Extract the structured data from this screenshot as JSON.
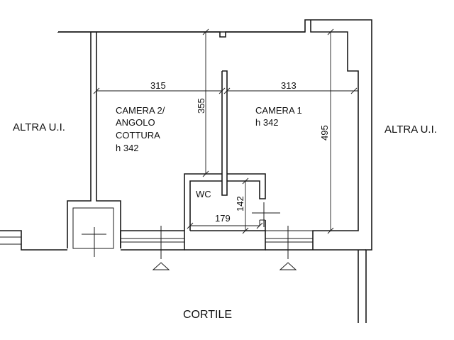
{
  "labels": {
    "left_unit": "ALTRA U.I.",
    "right_unit": "ALTRA U.I.",
    "courtyard": "CORTILE",
    "room2_line1": "CAMERA 2/",
    "room2_line2": "ANGOLO",
    "room2_line3": "COTTURA",
    "room2_height": "h 342",
    "room1_line1": "CAMERA 1",
    "room1_height": "h 342",
    "wc": "WC"
  },
  "dimensions": {
    "room2_width": "315",
    "room1_width": "313",
    "room2_depth": "355",
    "room1_depth": "495",
    "wc_width": "179",
    "wc_depth": "142"
  }
}
